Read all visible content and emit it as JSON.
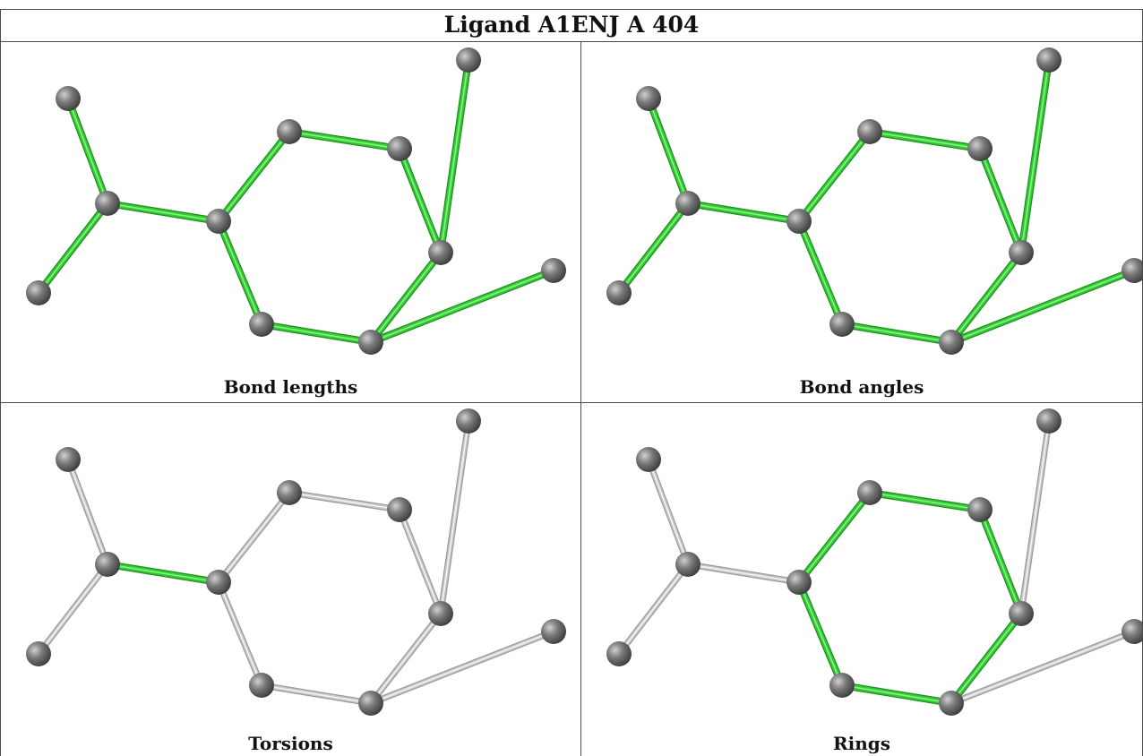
{
  "title": "Ligand A1ENJ A 404",
  "panels": [
    {
      "label": "Bond lengths",
      "highlight": "all"
    },
    {
      "label": "Bond angles",
      "highlight": "all"
    },
    {
      "label": "Torsions",
      "highlight": [
        [
          0,
          1
        ]
      ]
    },
    {
      "label": "Rings",
      "highlight": [
        [
          1,
          2
        ],
        [
          2,
          3
        ],
        [
          3,
          4
        ],
        [
          4,
          5
        ],
        [
          5,
          6
        ],
        [
          6,
          1
        ]
      ]
    }
  ],
  "molecule": {
    "bonds": [
      [
        0,
        1
      ],
      [
        1,
        2
      ],
      [
        2,
        3
      ],
      [
        3,
        4
      ],
      [
        4,
        5
      ],
      [
        5,
        6
      ],
      [
        6,
        1
      ],
      [
        0,
        7
      ],
      [
        0,
        8
      ],
      [
        4,
        9
      ],
      [
        5,
        10
      ]
    ]
  },
  "colors": {
    "highlight_bond": "#33cc33",
    "plain_bond": "#c8c8c8",
    "atom": "#7a7a7a",
    "border": "#4a4a4a"
  }
}
